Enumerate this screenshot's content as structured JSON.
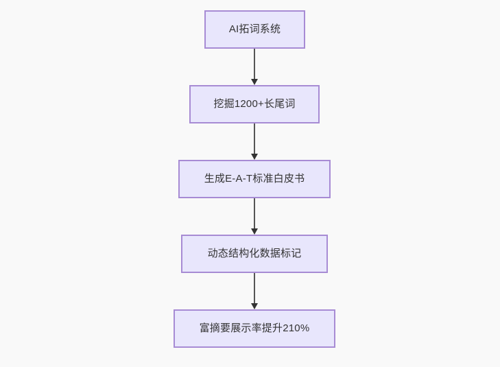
{
  "diagram": {
    "type": "flowchart",
    "direction": "top-to-bottom",
    "background_color": "#f9f9f9",
    "node_fill_color": "#e8e6fc",
    "node_border_color": "#a78bd4",
    "node_text_color": "#333333",
    "edge_color": "#333333",
    "nodes": [
      {
        "id": "n1",
        "label": "AI拓词系统"
      },
      {
        "id": "n2",
        "label": "挖掘1200+长尾词"
      },
      {
        "id": "n3",
        "label": "生成E-A-T标准白皮书"
      },
      {
        "id": "n4",
        "label": "动态结构化数据标记"
      },
      {
        "id": "n5",
        "label": "富摘要展示率提升210%"
      }
    ],
    "edges": [
      {
        "from": "n1",
        "to": "n2",
        "label": "",
        "arrow": "arrow-down-icon"
      },
      {
        "from": "n2",
        "to": "n3",
        "label": "",
        "arrow": "arrow-down-icon"
      },
      {
        "from": "n3",
        "to": "n4",
        "label": "",
        "arrow": "arrow-down-icon"
      },
      {
        "from": "n4",
        "to": "n5",
        "label": "",
        "arrow": "arrow-down-icon"
      }
    ]
  }
}
